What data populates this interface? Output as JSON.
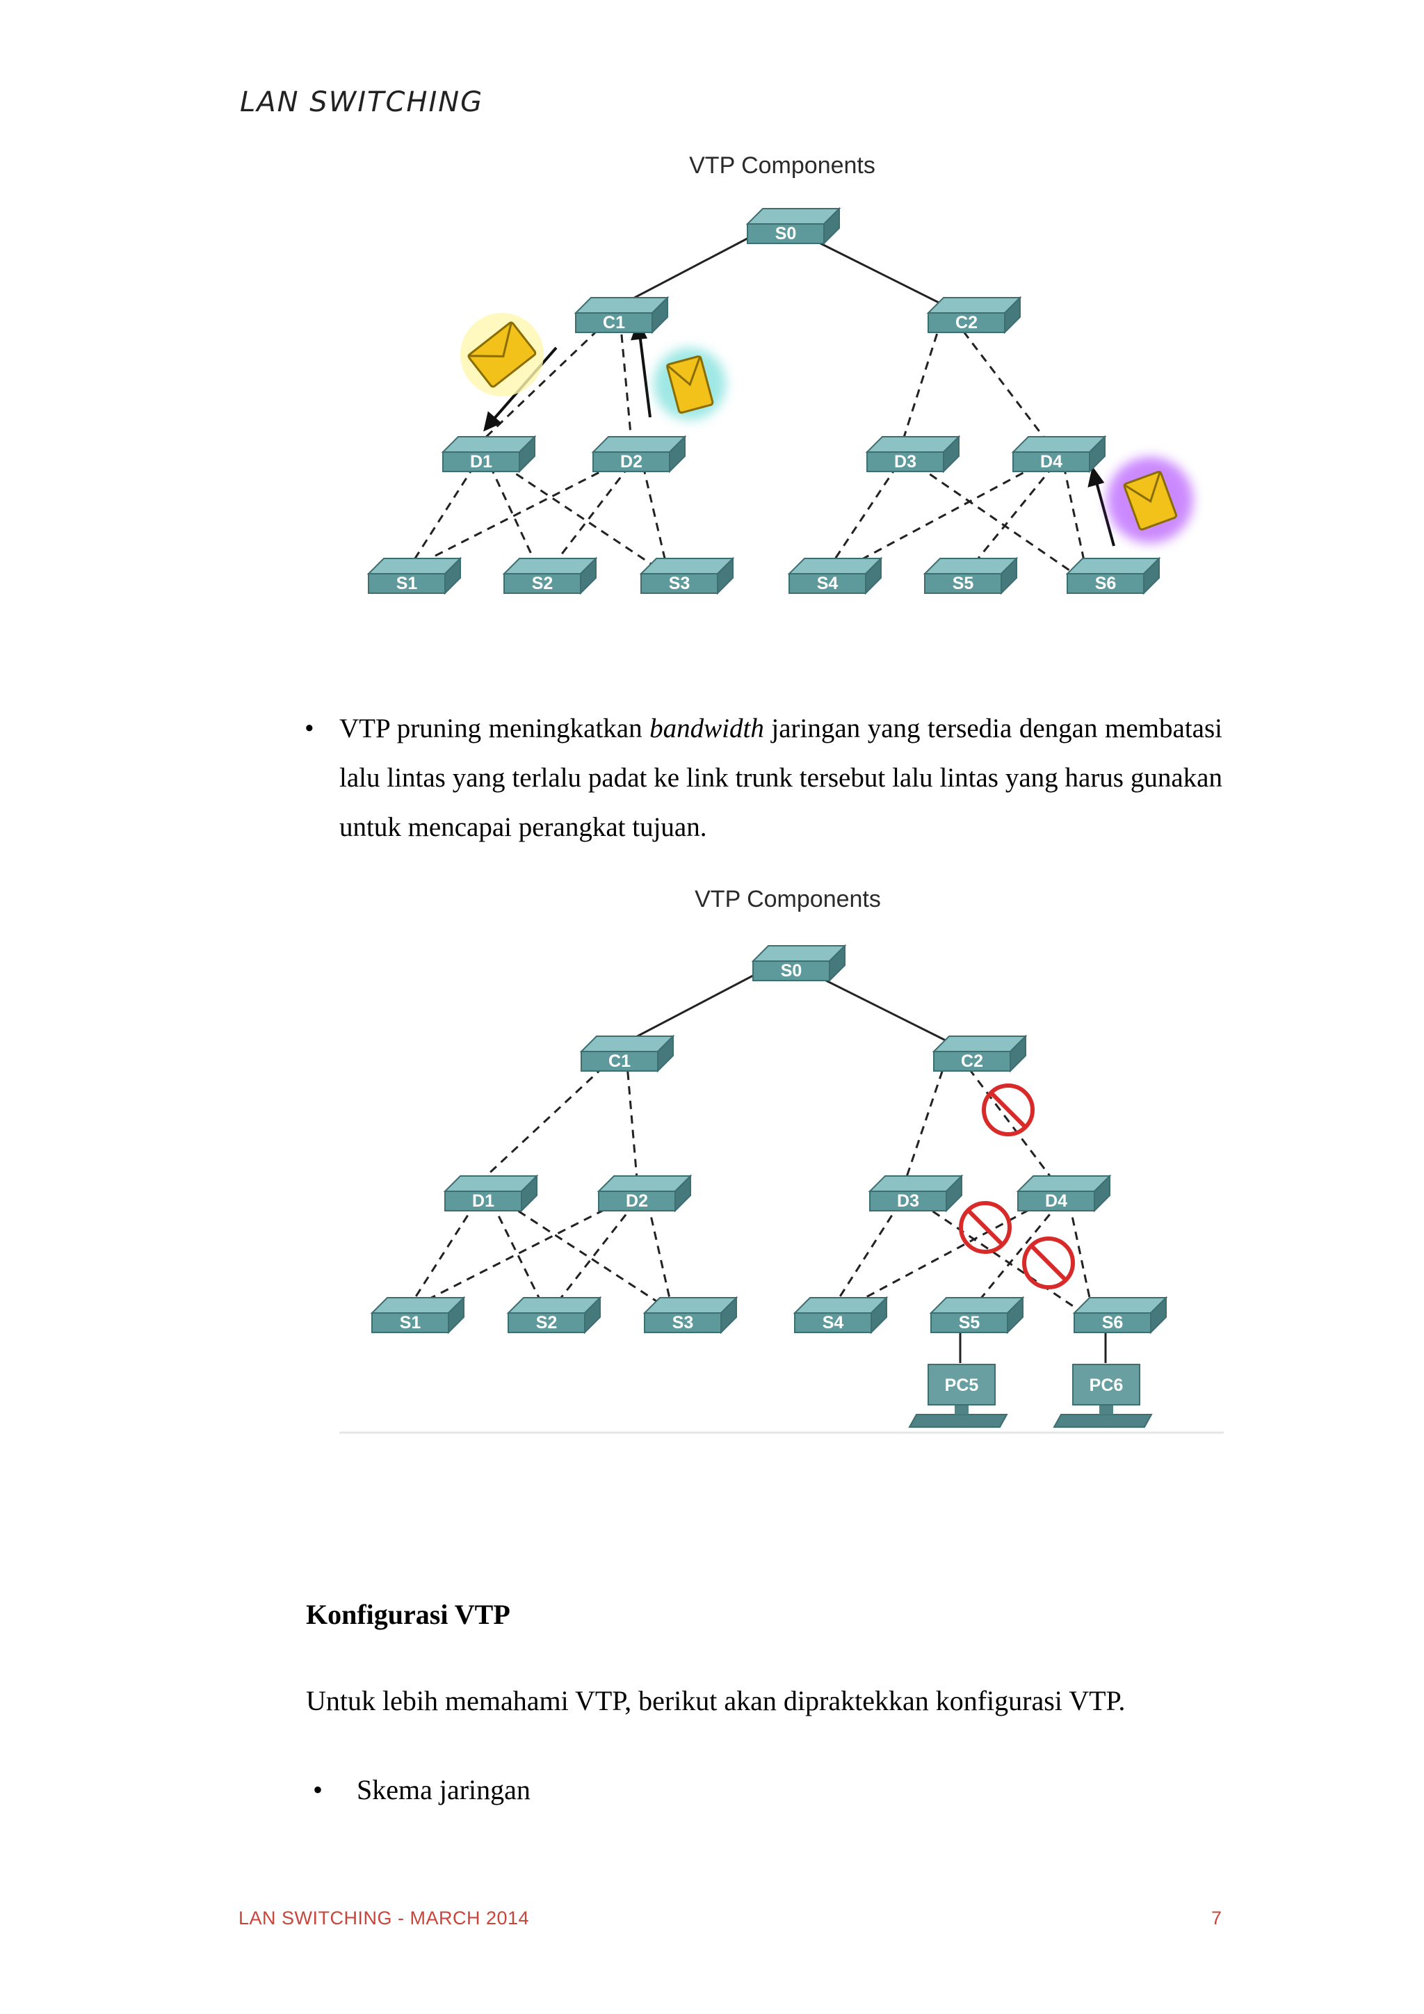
{
  "header": {
    "title": "LAN SWITCHING"
  },
  "figure1": {
    "title": "VTP Components",
    "nodes": [
      "S0",
      "C1",
      "C2",
      "D1",
      "D2",
      "D3",
      "D4",
      "S1",
      "S2",
      "S3",
      "S4",
      "S5",
      "S6"
    ]
  },
  "bullet1": {
    "before": "VTP pruning meningkatkan ",
    "italic": "bandwidth",
    "after": " jaringan yang tersedia dengan membatasi lalu lintas yang terlalu padat ke link trunk tersebut lalu lintas yang harus gunakan untuk mencapai perangkat tujuan."
  },
  "figure2": {
    "title": "VTP Components",
    "nodes": [
      "S0",
      "C1",
      "C2",
      "D1",
      "D2",
      "D3",
      "D4",
      "S1",
      "S2",
      "S3",
      "S4",
      "S5",
      "S6",
      "PC5",
      "PC6"
    ]
  },
  "section": {
    "heading": "Konfigurasi VTP",
    "paragraph": "Untuk lebih memahami VTP, berikut akan dipraktekkan konfigurasi VTP.",
    "bullet": "Skema jaringan"
  },
  "footer": {
    "left": "LAN SWITCHING - MARCH 2014",
    "page": "7"
  },
  "colors": {
    "switch": "#5e9a9c",
    "footer": "#c9453b",
    "envelope": "#f2c21b",
    "prohibit": "#d92a2a"
  }
}
